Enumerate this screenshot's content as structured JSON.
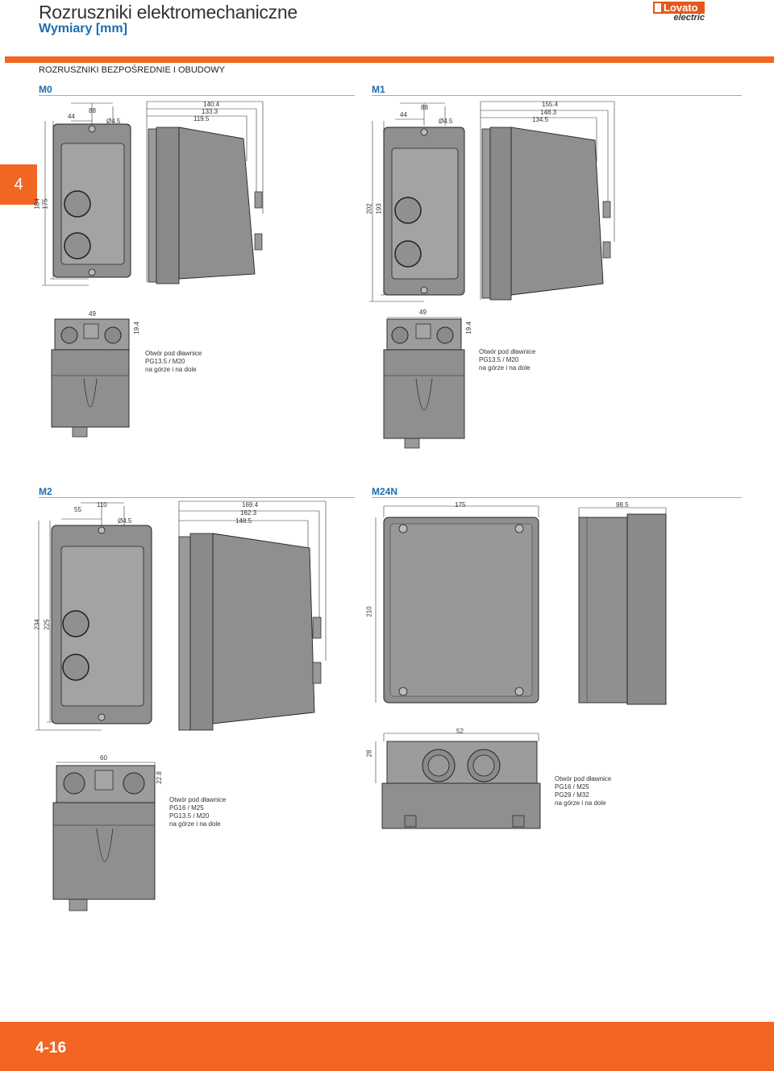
{
  "header": {
    "title": "Rozruszniki elektromechaniczne",
    "subtitle": "Wymiary [mm]",
    "logo_brand": "Lovato",
    "logo_suffix": "electric"
  },
  "section_title": "ROZRUSZNIKI BEZPOŚREDNIE I OBUDOWY",
  "tab_label": "4",
  "page_number": "4-16",
  "models": {
    "m0": {
      "label": "M0",
      "front": {
        "d1": "44",
        "d2": "88",
        "hole": "Ø4.5",
        "h1": "184",
        "h2": "175"
      },
      "side": {
        "d1": "140.4",
        "d2": "133.3",
        "d3": "119.5"
      },
      "top": {
        "w": "49",
        "h": "19.4"
      },
      "note": [
        "Otwór pod dławnice",
        "PG13.5 / M20",
        "na górze i na dole"
      ]
    },
    "m1": {
      "label": "M1",
      "front": {
        "d1": "44",
        "d2": "88",
        "hole": "Ø4.5",
        "h1": "202",
        "h2": "193"
      },
      "side": {
        "d1": "155.4",
        "d2": "148.3",
        "d3": "134.5"
      },
      "top": {
        "w": "49",
        "h": "19.4"
      },
      "note": [
        "Otwór pod dławnice",
        "PG13.5 / M20",
        "na górze i na dole"
      ]
    },
    "m2": {
      "label": "M2",
      "front": {
        "d1": "55",
        "d2": "110",
        "hole": "Ø4.5",
        "h1": "234",
        "h2": "225"
      },
      "side": {
        "d1": "169.4",
        "d2": "162.3",
        "d3": "148.5"
      },
      "top": {
        "w": "60",
        "h": "22.8"
      },
      "note": [
        "Otwór pod dławnice",
        "PG16 / M25",
        "PG13.5 / M20",
        "na górze i na dole"
      ]
    },
    "m24n": {
      "label": "M24N",
      "front": {
        "w": "175",
        "h": "210"
      },
      "side": {
        "w": "98.5"
      },
      "top": {
        "w": "52",
        "h": "28"
      },
      "note": [
        "Otwór pod dławnice",
        "PG16 / M25",
        "PG29 / M32",
        "na górze i na dole"
      ]
    }
  },
  "colors": {
    "accent": "#f26522",
    "blue": "#1e6bb0",
    "body": "#8f8f8f",
    "face": "#9d9d9d",
    "edge": "#222"
  }
}
